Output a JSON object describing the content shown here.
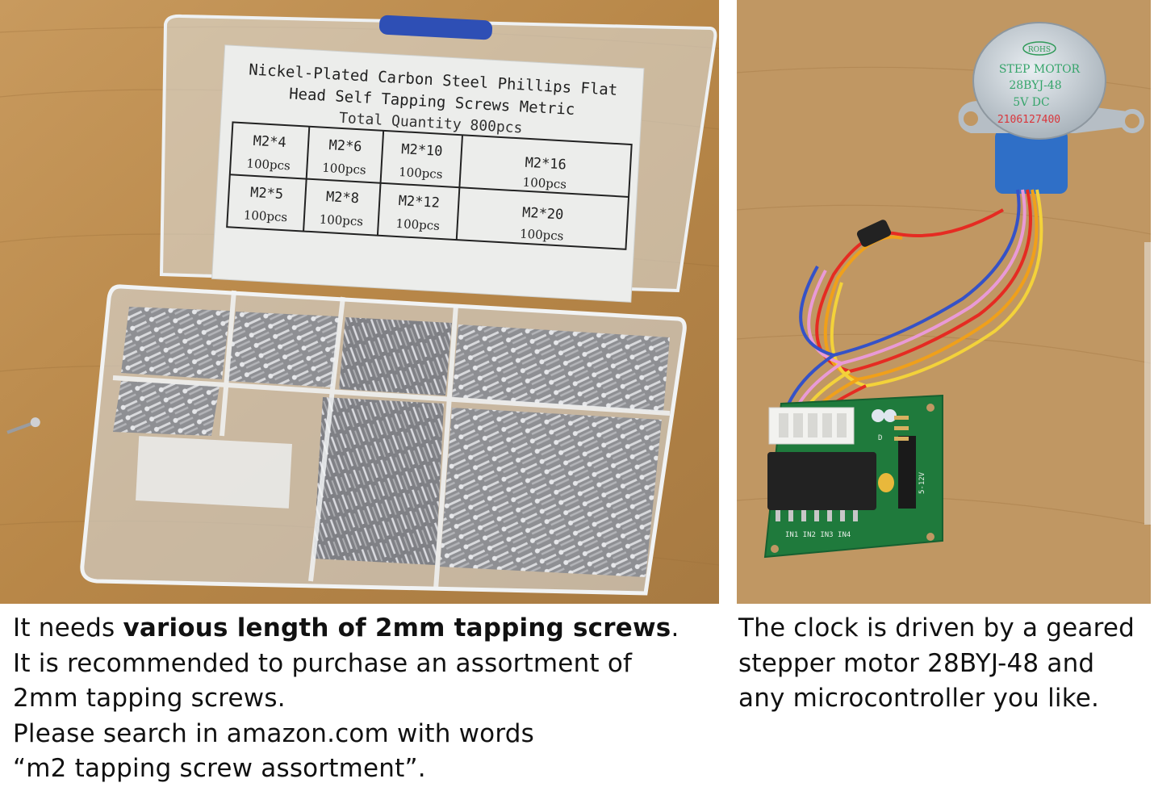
{
  "screw_box": {
    "label_line1": "Nickel-Plated Carbon Steel Phillips Flat",
    "label_line2": "Head Self Tapping Screws Metric",
    "label_line3": "Total Quantity  800pcs",
    "cells": [
      {
        "size": "M2*4",
        "qty": "100pcs"
      },
      {
        "size": "M2*6",
        "qty": "100pcs"
      },
      {
        "size": "M2*10",
        "qty": "100pcs"
      },
      {
        "size": "M2*16",
        "qty": "100pcs"
      },
      {
        "size": "M2*5",
        "qty": "100pcs"
      },
      {
        "size": "M2*8",
        "qty": "100pcs"
      },
      {
        "size": "M2*12",
        "qty": "100pcs"
      },
      {
        "size": "M2*20",
        "qty": "100pcs"
      }
    ]
  },
  "motor": {
    "rohs": "ROHS",
    "line1": "STEP  MOTOR",
    "line2": "28BYJ-48",
    "line3": "5V  DC",
    "serial": "2106127400"
  },
  "board": {
    "inputs": "IN1 IN2 IN3 IN4",
    "voltage": "5-12V",
    "led_label": "D"
  },
  "caption_left": {
    "line1_pre": "It needs ",
    "line1_bold": "various length of 2mm tapping screws",
    "line1_post": ".",
    "line2": "It is recommended to purchase an assortment of",
    "line3": "2mm tapping screws.",
    "line4": "Please search in amazon.com with words",
    "line5": "“m2 tapping screw assortment”."
  },
  "caption_right": {
    "line1": "The clock is driven by a geared",
    "line2": "stepper motor 28BYJ-48 and",
    "line3": "any microcontroller you like."
  }
}
